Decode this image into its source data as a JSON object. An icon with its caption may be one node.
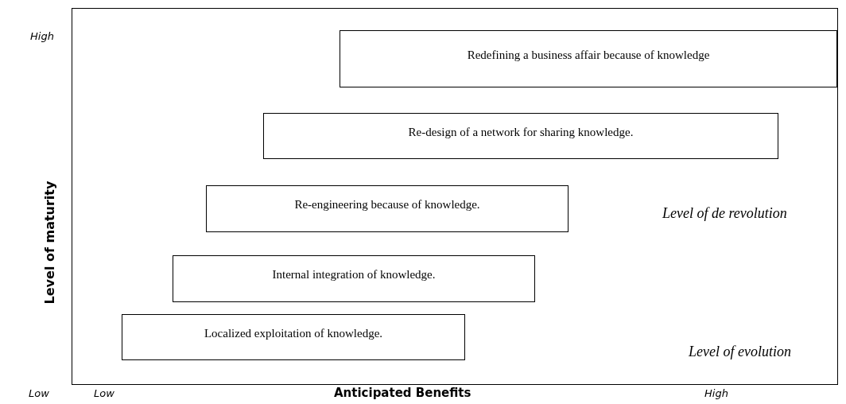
{
  "diagram": {
    "nodes": [
      {
        "text": [
          "Redefining a business affair because of knowledge"
        ]
      },
      {
        "text": [
          "Re-design of a network for sharing knowledge."
        ]
      },
      {
        "text": [
          "Re-engineering because of knowledge."
        ]
      },
      {
        "text": [
          "Internal integration of knowledge."
        ]
      },
      {
        "text": [
          "Localized exploitation of knowledge."
        ]
      }
    ],
    "labels": [
      "High",
      "Level of de revolution",
      "Level of maturity",
      "Level of evolution",
      "Low",
      "Low",
      "Anticipated Benefits",
      "High"
    ]
  }
}
